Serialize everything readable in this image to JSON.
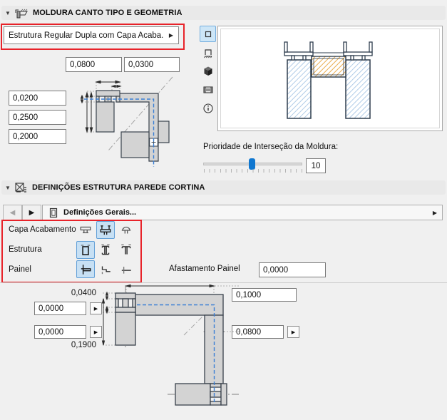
{
  "colors": {
    "annotation_red": "#e8232a",
    "selection_bg": "#cde6f7",
    "selection_border": "#74aede",
    "slider_blue": "#0f77d0",
    "hatch_blue": "#a9c7e5",
    "hatch_orange": "#e7a43a",
    "diagram_gray": "#d3d3d3"
  },
  "section_frame": {
    "title": "MOLDURA CANTO TIPO E GEOMETRIA",
    "collapse_glyph": "▼",
    "type_dropdown_value": "Estrutura Regular Dupla com Capa Acaba...",
    "type_dropdown_arrow": "▶",
    "dim_top_1": "0,0800",
    "dim_top_2": "0,0300",
    "dim_left_1": "0,0200",
    "dim_left_2": "0,2500",
    "dim_left_3": "0,2000",
    "priority_label": "Prioridade de Interseção da Moldura:",
    "priority_value": "10"
  },
  "preview_tools": {
    "tool_1": "preview-2d-symbol",
    "tool_2": "preview-plan",
    "tool_3": "preview-3d",
    "tool_4": "preview-film",
    "tool_5": "preview-info"
  },
  "section_curtain": {
    "title": "DEFINIÇÕES ESTRUTURA PAREDE CORTINA",
    "collapse_glyph": "▼",
    "nav_back": "◀",
    "nav_forward": "▶",
    "nav_item": "Definições Gerais...",
    "nav_item_arrow": "▶",
    "row_cap_label": "Capa Acabamento",
    "row_structure_label": "Estrutura",
    "row_panel_label": "Painel",
    "offset_label": "Afastamento Painel",
    "offset_value": "0,0000",
    "dim_static_top": "0,0400",
    "dim_static_bottom": "0,1900",
    "field_left_1": "0,0000",
    "field_left_2": "0,0000",
    "field_right_top": "0,1000",
    "field_right_bottom": "0,0800",
    "flyout_glyph": "▶"
  }
}
